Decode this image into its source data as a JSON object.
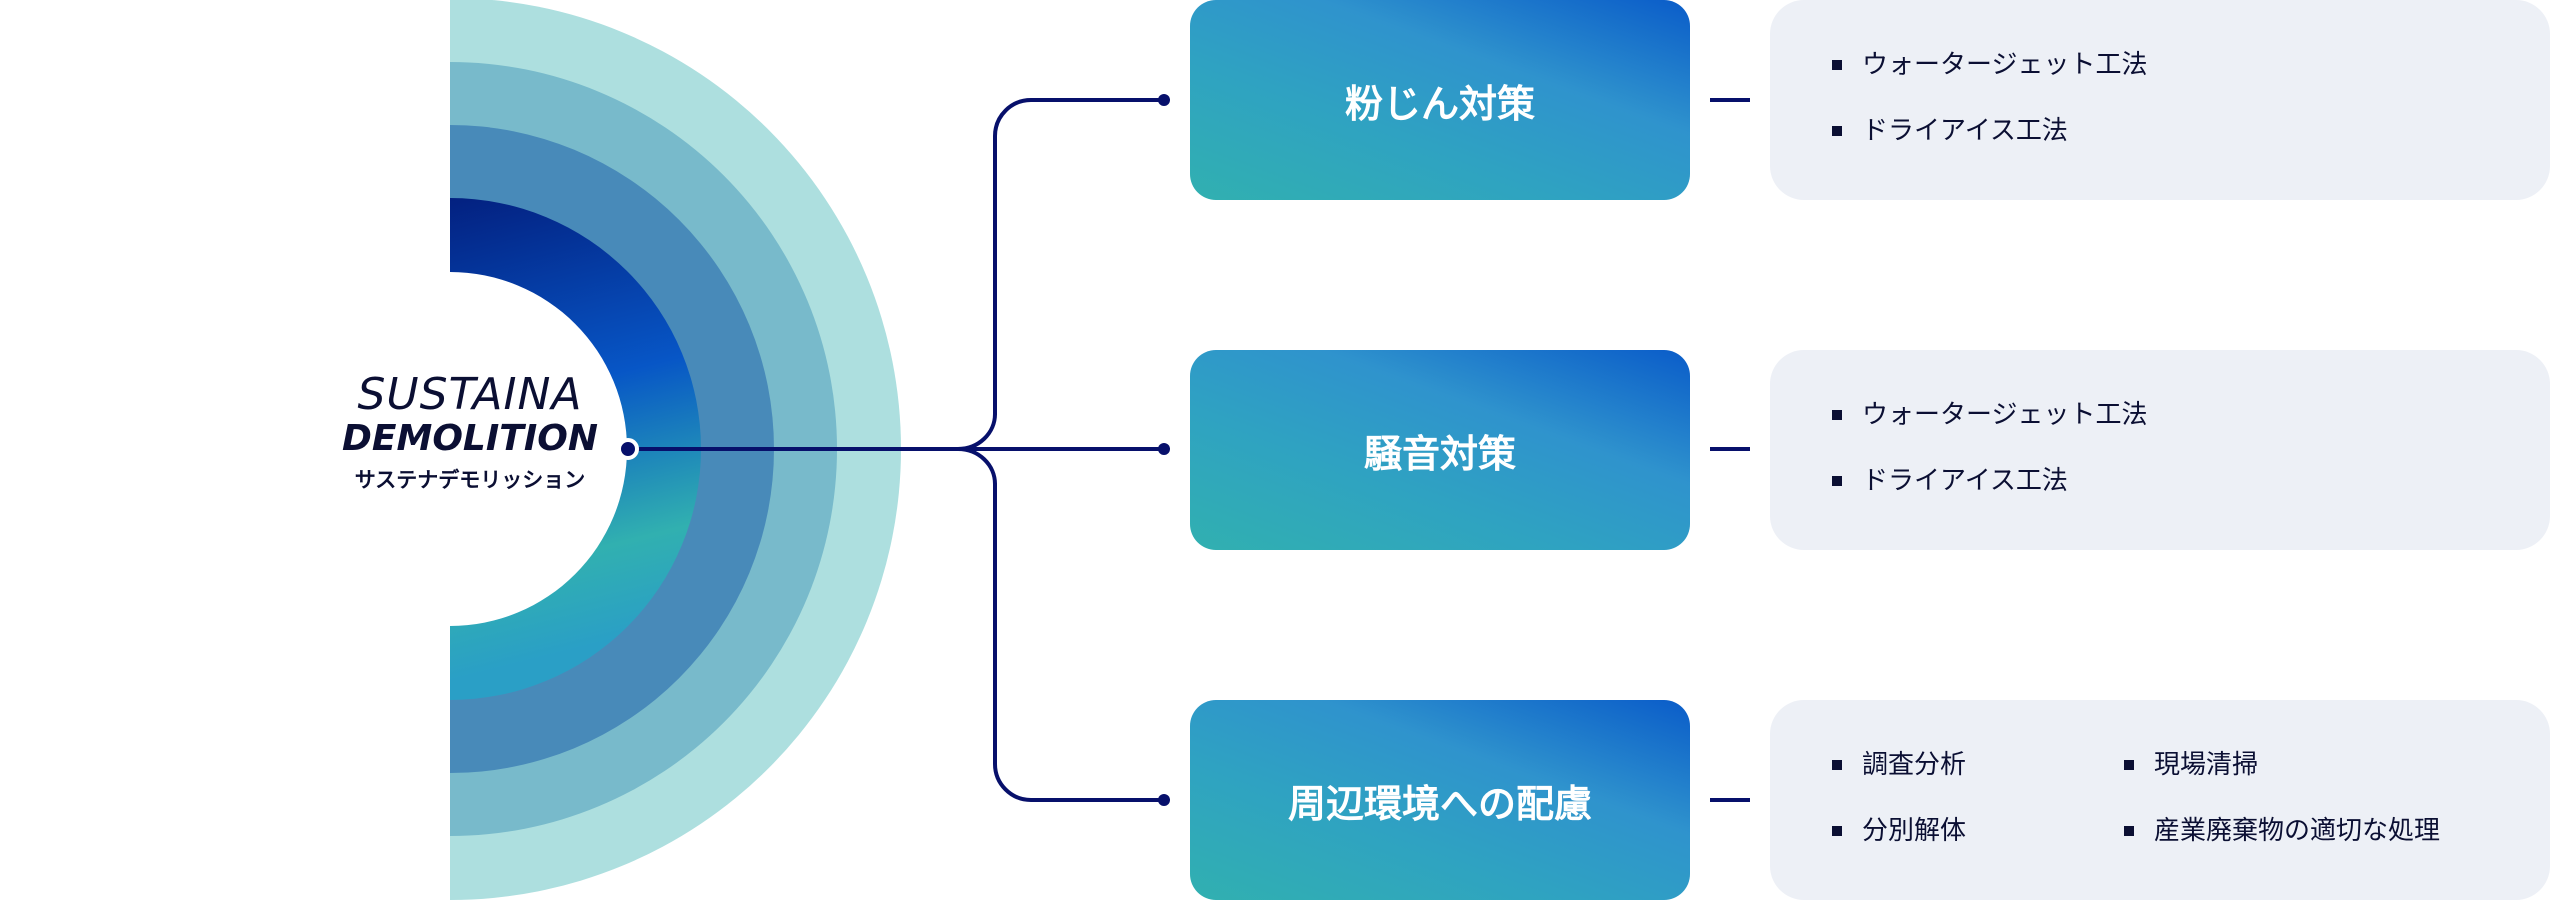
{
  "brand": {
    "line1": "SUSTAINA",
    "line2": "DEMOLITION",
    "kana": "サステナデモリッション"
  },
  "colors": {
    "ring_outer": "#ADDFDF",
    "ring_second": "#78BACB",
    "ring_third": "#488AB9",
    "ring_gradient_top": "#021470",
    "ring_gradient_mid": "#0756C6",
    "ring_gradient_bottom": "#31B0B0",
    "connector": "#07106B",
    "panel_bg": "#EDF0F6",
    "text_dark": "#0B0F33"
  },
  "categories": [
    {
      "title": "粉じん対策",
      "columns": [
        [
          "ウォータージェット工法",
          "ドライアイス工法"
        ]
      ]
    },
    {
      "title": "騒音対策",
      "columns": [
        [
          "ウォータージェット工法",
          "ドライアイス工法"
        ]
      ]
    },
    {
      "title": "周辺環境への配慮",
      "columns": [
        [
          "調査分析",
          "分別解体"
        ],
        [
          "現場清掃",
          "産業廃棄物の適切な処理"
        ]
      ]
    }
  ]
}
